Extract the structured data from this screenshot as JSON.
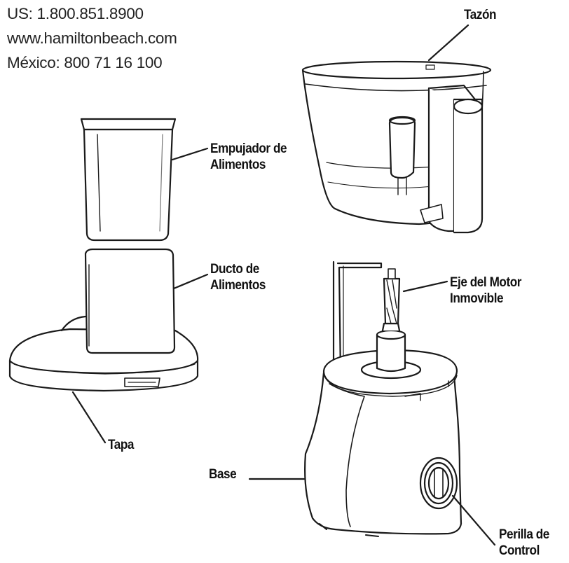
{
  "contact": {
    "us": "US: 1.800.851.8900",
    "web": "www.hamiltonbeach.com",
    "mexico": "México: 800 71 16 100"
  },
  "labels": {
    "bowl": "Tazón",
    "food_pusher_1": "Empujador de",
    "food_pusher_2": "Alimentos",
    "food_chute_1": "Ducto de",
    "food_chute_2": "Alimentos",
    "motor_shaft_1": "Eje del Motor",
    "motor_shaft_2": "Inmovible",
    "lid": "Tapa",
    "base": "Base",
    "control_knob_1": "Perilla de",
    "control_knob_2": "Control"
  }
}
